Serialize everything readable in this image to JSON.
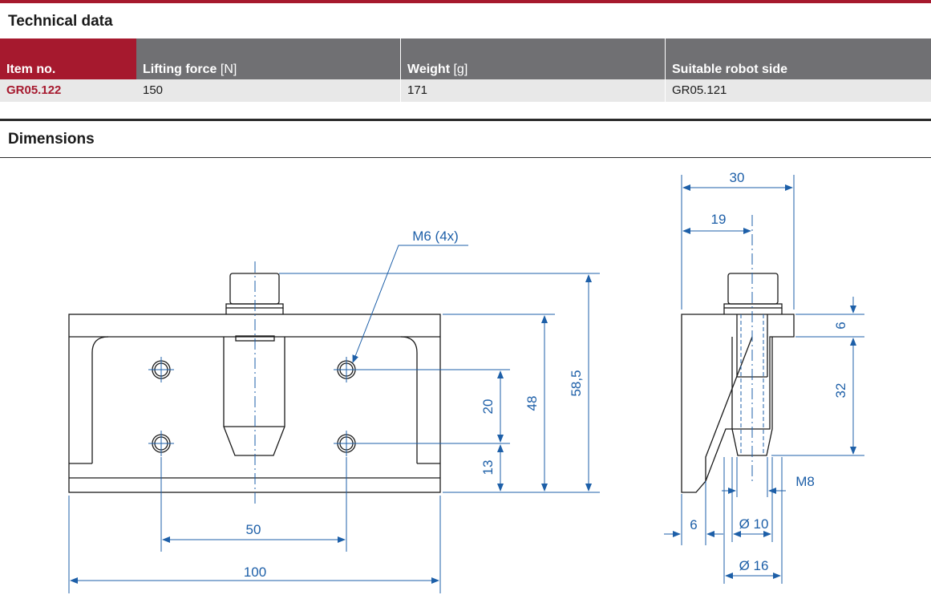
{
  "technical_data": {
    "title": "Technical data",
    "columns": [
      {
        "label": "Item no.",
        "unit": ""
      },
      {
        "label": "Lifting force",
        "unit": "[N]"
      },
      {
        "label": "Weight",
        "unit": "[g]"
      },
      {
        "label": "Suitable robot side",
        "unit": ""
      }
    ],
    "row": [
      "GR05.122",
      "150",
      "171",
      "GR05.121"
    ]
  },
  "dimensions": {
    "title": "Dimensions",
    "front_view": {
      "thread_callout": "M6 (4x)",
      "dim_width": "100",
      "dim_hole_spacing_x": "50",
      "dim_hole_spacing_y": "20",
      "dim_hole_from_bottom": "13",
      "dim_body_height": "48",
      "dim_total_height": "58,5"
    },
    "side_view": {
      "dim_depth": "30",
      "dim_pin_offset": "19",
      "dim_flange": "6",
      "dim_pin_length": "32",
      "dim_thread": "M8",
      "dim_base": "6",
      "dim_pin_dia": "Ø 10",
      "dim_head_dia": "Ø 16"
    }
  },
  "colors": {
    "accent": "#a6192e",
    "header_gray": "#707073",
    "row_gray": "#e8e8e8",
    "dimension_blue": "#1d5fa8"
  }
}
